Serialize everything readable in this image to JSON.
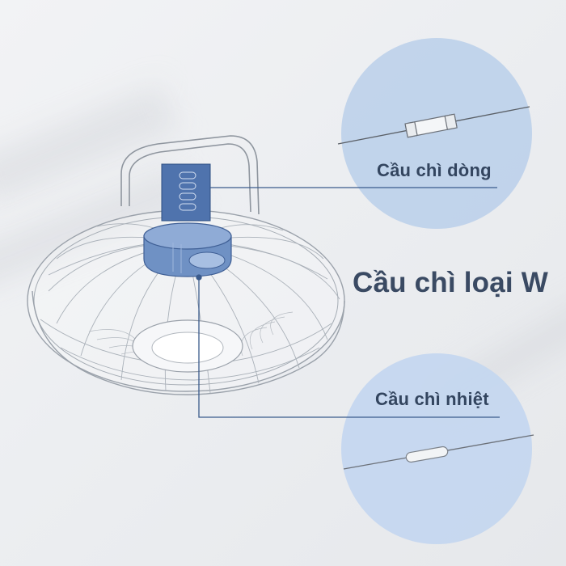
{
  "labels": {
    "current_fuse": "Cầu chì dòng",
    "main_title": "Cầu chì loại W",
    "thermal_fuse": "Cầu chì nhiệt"
  },
  "colors": {
    "circle_fill": "#bcd0ea",
    "accent_blue": "#4a73b0",
    "control_box": "#4f73ad",
    "title_text": "#33455f",
    "fan_line": "#9aa1aa",
    "leader_line": "#3b5b8c"
  }
}
